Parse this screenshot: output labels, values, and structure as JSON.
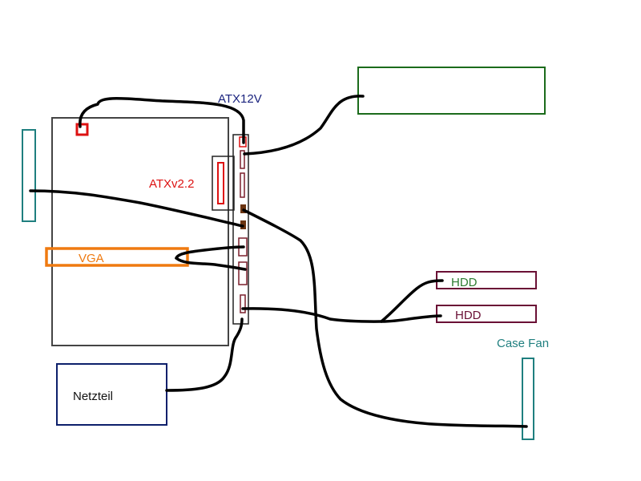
{
  "labels": {
    "atx12v": "ATX12V",
    "atxv22": "ATXv2.2",
    "vga": "VGA",
    "hdd_1": "HDD",
    "hdd_2": "HDD",
    "case_fan": "Case Fan",
    "netzteil": "Netzteil"
  },
  "colors": {
    "background": "#ffffff",
    "motherboard": "#444444",
    "cable": "#000000",
    "atx_red": "#dd1111",
    "atx12v_text": "#1a237e",
    "psu": "#0d1f6b",
    "green_card": "#1b6b1b",
    "hdd": "#6a1035",
    "hdd_1_text": "#2e7d32",
    "teal": "#1f7f7f",
    "vga_orange": "#ef7a10",
    "connector": "#7a1f2b",
    "brown_plug": "#6b3410"
  }
}
